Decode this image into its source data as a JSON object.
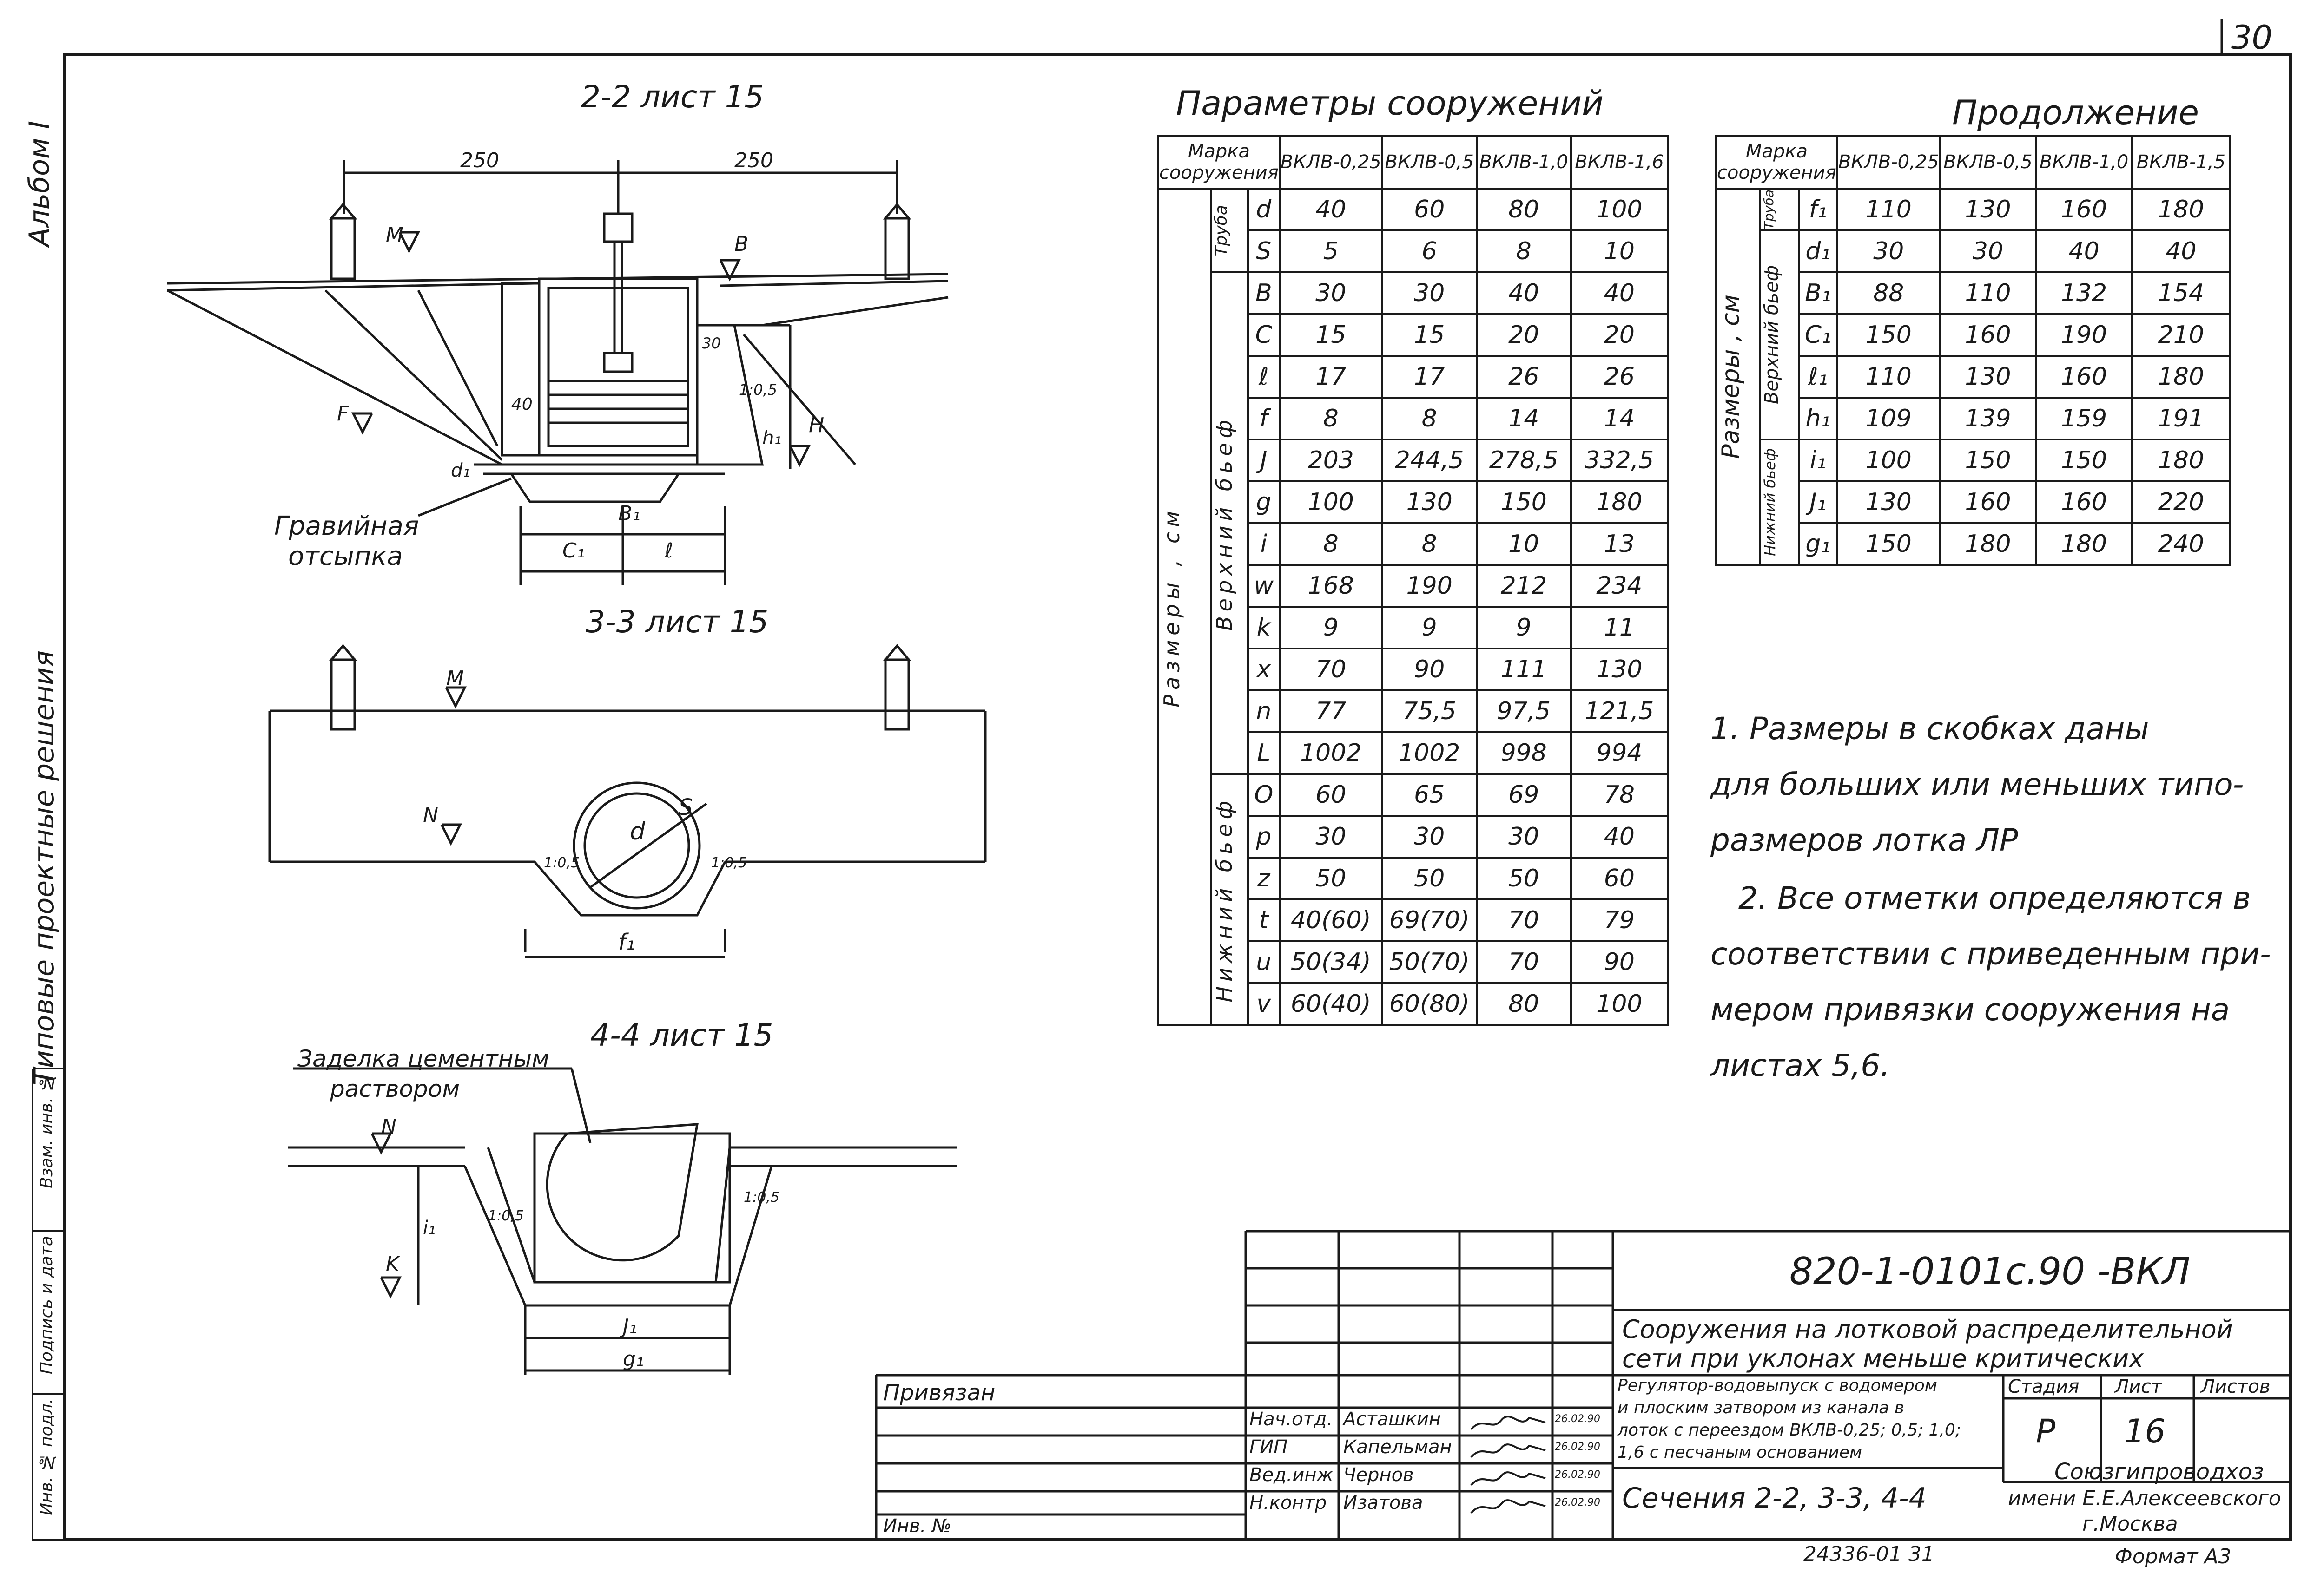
{
  "sheet": {
    "page_number": "30",
    "album": "Альбом I",
    "typical": "Типовые проектные решения"
  },
  "sections": {
    "s22_title": "2-2  лист 15",
    "s33_title": "3-3  лист 15",
    "s44_title": "4-4  лист 15",
    "dim_250_left": "250",
    "dim_250_right": "250",
    "lbl_M": "M",
    "lbl_B": "B",
    "lbl_F": "F",
    "lbl_H": "H",
    "lbl_N": "N",
    "lbl_K": "K",
    "lbl_d": "d",
    "lbl_S": "S",
    "lbl_b1": "В₁",
    "lbl_c1": "С₁",
    "lbl_l": "ℓ",
    "lbl_f1": "f₁",
    "lbl_j1": "J₁",
    "lbl_g1": "g₁",
    "lbl_i1": "i₁",
    "lbl_d1": "d₁",
    "lbl_h1": "h₁",
    "lbl_slope": "1:0,5",
    "dim_40": "40",
    "dim_30": "30",
    "gravel_1": "Гравийная",
    "gravel_2": "отсыпка",
    "cement_1": "Заделка цементным",
    "cement_2": "раствором"
  },
  "params": {
    "title": "Параметры  сооружений",
    "header_mark": "Марка сооружения",
    "columns": [
      "ВКЛВ-0,25",
      "ВКЛВ-0,5",
      "ВКЛВ-1,0",
      "ВКЛВ-1,6"
    ],
    "group_outer": "Размеры , см",
    "group_pipe": "Труба",
    "group_upper": "Верхний бьеф",
    "group_lower": "Нижний бьеф",
    "rows": [
      {
        "sym": "d",
        "v": [
          "40",
          "60",
          "80",
          "100"
        ]
      },
      {
        "sym": "S",
        "v": [
          "5",
          "6",
          "8",
          "10"
        ]
      },
      {
        "sym": "В",
        "v": [
          "30",
          "30",
          "40",
          "40"
        ]
      },
      {
        "sym": "С",
        "v": [
          "15",
          "15",
          "20",
          "20"
        ]
      },
      {
        "sym": "ℓ",
        "v": [
          "17",
          "17",
          "26",
          "26"
        ]
      },
      {
        "sym": "f",
        "v": [
          "8",
          "8",
          "14",
          "14"
        ]
      },
      {
        "sym": "J",
        "v": [
          "203",
          "244,5",
          "278,5",
          "332,5"
        ]
      },
      {
        "sym": "g",
        "v": [
          "100",
          "130",
          "150",
          "180"
        ]
      },
      {
        "sym": "i",
        "v": [
          "8",
          "8",
          "10",
          "13"
        ]
      },
      {
        "sym": "w",
        "v": [
          "168",
          "190",
          "212",
          "234"
        ]
      },
      {
        "sym": "k",
        "v": [
          "9",
          "9",
          "9",
          "11"
        ]
      },
      {
        "sym": "x",
        "v": [
          "70",
          "90",
          "111",
          "130"
        ]
      },
      {
        "sym": "n",
        "v": [
          "77",
          "75,5",
          "97,5",
          "121,5"
        ]
      },
      {
        "sym": "L",
        "v": [
          "1002",
          "1002",
          "998",
          "994"
        ]
      },
      {
        "sym": "О",
        "v": [
          "60",
          "65",
          "69",
          "78"
        ]
      },
      {
        "sym": "р",
        "v": [
          "30",
          "30",
          "30",
          "40"
        ]
      },
      {
        "sym": "z",
        "v": [
          "50",
          "50",
          "50",
          "60"
        ]
      },
      {
        "sym": "t",
        "v": [
          "40(60)",
          "69(70)",
          "70",
          "79"
        ]
      },
      {
        "sym": "u",
        "v": [
          "50(34)",
          "50(70)",
          "70",
          "90"
        ]
      },
      {
        "sym": "v",
        "v": [
          "60(40)",
          "60(80)",
          "80",
          "100"
        ]
      }
    ]
  },
  "cont": {
    "title": "Продолжение",
    "header_mark": "Марка сооружения",
    "columns": [
      "ВКЛВ-0,25",
      "ВКЛВ-0,5",
      "ВКЛВ-1,0",
      "ВКЛВ-1,5"
    ],
    "group_outer": "Размеры , см",
    "group_pipe": "Труба",
    "group_upper": "Верхний бьеф",
    "group_lower": "Нижний бьеф",
    "rows": [
      {
        "sym": "f₁",
        "v": [
          "110",
          "130",
          "160",
          "180"
        ]
      },
      {
        "sym": "d₁",
        "v": [
          "30",
          "30",
          "40",
          "40"
        ]
      },
      {
        "sym": "В₁",
        "v": [
          "88",
          "110",
          "132",
          "154"
        ]
      },
      {
        "sym": "С₁",
        "v": [
          "150",
          "160",
          "190",
          "210"
        ]
      },
      {
        "sym": "ℓ₁",
        "v": [
          "110",
          "130",
          "160",
          "180"
        ]
      },
      {
        "sym": "h₁",
        "v": [
          "109",
          "139",
          "159",
          "191"
        ]
      },
      {
        "sym": "i₁",
        "v": [
          "100",
          "150",
          "150",
          "180"
        ]
      },
      {
        "sym": "J₁",
        "v": [
          "130",
          "160",
          "160",
          "220"
        ]
      },
      {
        "sym": "g₁",
        "v": [
          "150",
          "180",
          "180",
          "240"
        ]
      }
    ]
  },
  "notes": {
    "l1": "1. Размеры в скобках даны",
    "l2": "для больших или меньших типо-",
    "l3": "размеров лотка ЛР",
    "l4": "2. Все отметки определяются в",
    "l5": "соответствии с приведенным при-",
    "l6": "мером привязки сооружения на",
    "l7": "листах 5,6."
  },
  "title_block": {
    "doc_code": "820-1-0101с.90   -ВКЛ",
    "name_1": "Сооружения на лотковой распределительной",
    "name_2": "сети при уклонах меньше критических",
    "desc_1": "Регулятор-водовыпуск с водомером",
    "desc_2": "и плоским затвором из канала в",
    "desc_3": "лоток с переездом ВКЛВ-0,25; 0,5; 1,0;",
    "desc_4": "1,6 с песчаным основанием",
    "stage_label": "Стадия",
    "sheet_label": "Лист",
    "sheets_label": "Листов",
    "stage": "Р",
    "sheet": "16",
    "sheets": "",
    "sections_name": "Сечения 2-2, 3-3, 4-4",
    "org_1": "Союзгипроводхоз",
    "org_2": "имени Е.Е.Алексеевского",
    "org_3": "г.Москва",
    "privyazan": "Привязан",
    "inv_no": "Инв. №",
    "people": [
      {
        "role": "Нач.отд.",
        "name": "Асташкин",
        "date": "26.02.90"
      },
      {
        "role": "ГИП",
        "name": "Капельман",
        "date": "26.02.90"
      },
      {
        "role": "Вед.инж",
        "name": "Чернов",
        "date": "26.02.90"
      },
      {
        "role": "Н.контр",
        "name": "Изатова",
        "date": "26.02.90"
      }
    ],
    "bottom_num": "24336-01   31",
    "format": "Формат А3"
  },
  "side_stamp": {
    "c1": "Инв. № подл.",
    "c2": "Подпись и дата",
    "c3": "Взам. инв. №"
  }
}
